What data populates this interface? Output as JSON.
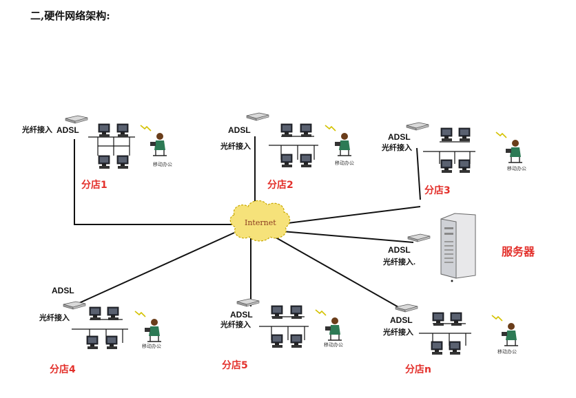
{
  "title": "二,硬件网络架构:",
  "cloud": {
    "label": "Internet"
  },
  "server": {
    "label": "服务器",
    "adsl": "ADSL",
    "fiber": "光纤接入."
  },
  "stores": [
    {
      "name": "分店1",
      "adsl": "ADSL",
      "fiber": "光纤接入",
      "mobile": "移动办公"
    },
    {
      "name": "分店2",
      "adsl": "ADSL",
      "fiber": "光纤接入",
      "mobile": "移动办公"
    },
    {
      "name": "分店3",
      "adsl": "ADSL",
      "fiber": "光纤接入",
      "mobile": "移动办公"
    },
    {
      "name": "分店4",
      "adsl": "ADSL",
      "fiber": "光纤接入",
      "mobile": "移动办公"
    },
    {
      "name": "分店5",
      "adsl": "ADSL",
      "fiber": "光纤接入",
      "mobile": "移动办公"
    },
    {
      "name": "分店n",
      "adsl": "ADSL",
      "fiber": "光纤接入",
      "mobile": "移动办公"
    }
  ],
  "colors": {
    "store_label": "#e3302b",
    "link": "#111111",
    "cloud": "#f6e27a"
  }
}
